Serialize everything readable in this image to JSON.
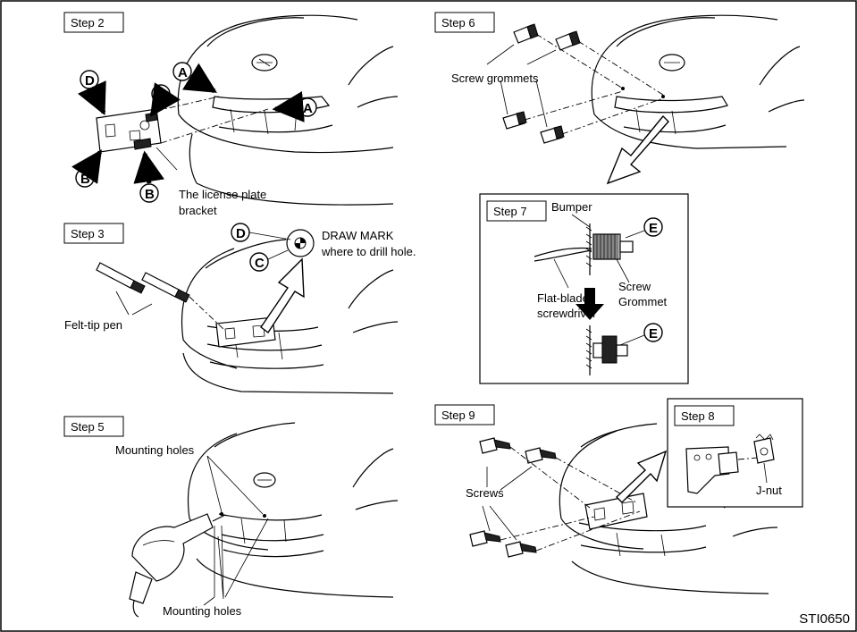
{
  "steps": {
    "step2": "Step 2",
    "step3": "Step 3",
    "step5": "Step 5",
    "step6": "Step 6",
    "step7": "Step 7",
    "step8": "Step 8",
    "step9": "Step 9"
  },
  "callouts": {
    "a": "A",
    "b": "B",
    "c": "C",
    "d": "D",
    "e": "E"
  },
  "labels": {
    "license_plate_bracket_1": "The license plate",
    "license_plate_bracket_2": "bracket",
    "draw_mark_1": "DRAW MARK",
    "draw_mark_2": "where to drill hole.",
    "felt_tip_pen": "Felt-tip pen",
    "mounting_holes_top": "Mounting holes",
    "mounting_holes_bottom": "Mounting holes",
    "screw_grommets": "Screw grommets",
    "bumper": "Bumper",
    "screw_1": "Screw",
    "grommet": "Grommet",
    "flat_blade_1": "Flat-blade",
    "flat_blade_2": "screwdriver",
    "screws": "Screws",
    "j_nut": "J-nut"
  },
  "figure_code": "STI0650"
}
